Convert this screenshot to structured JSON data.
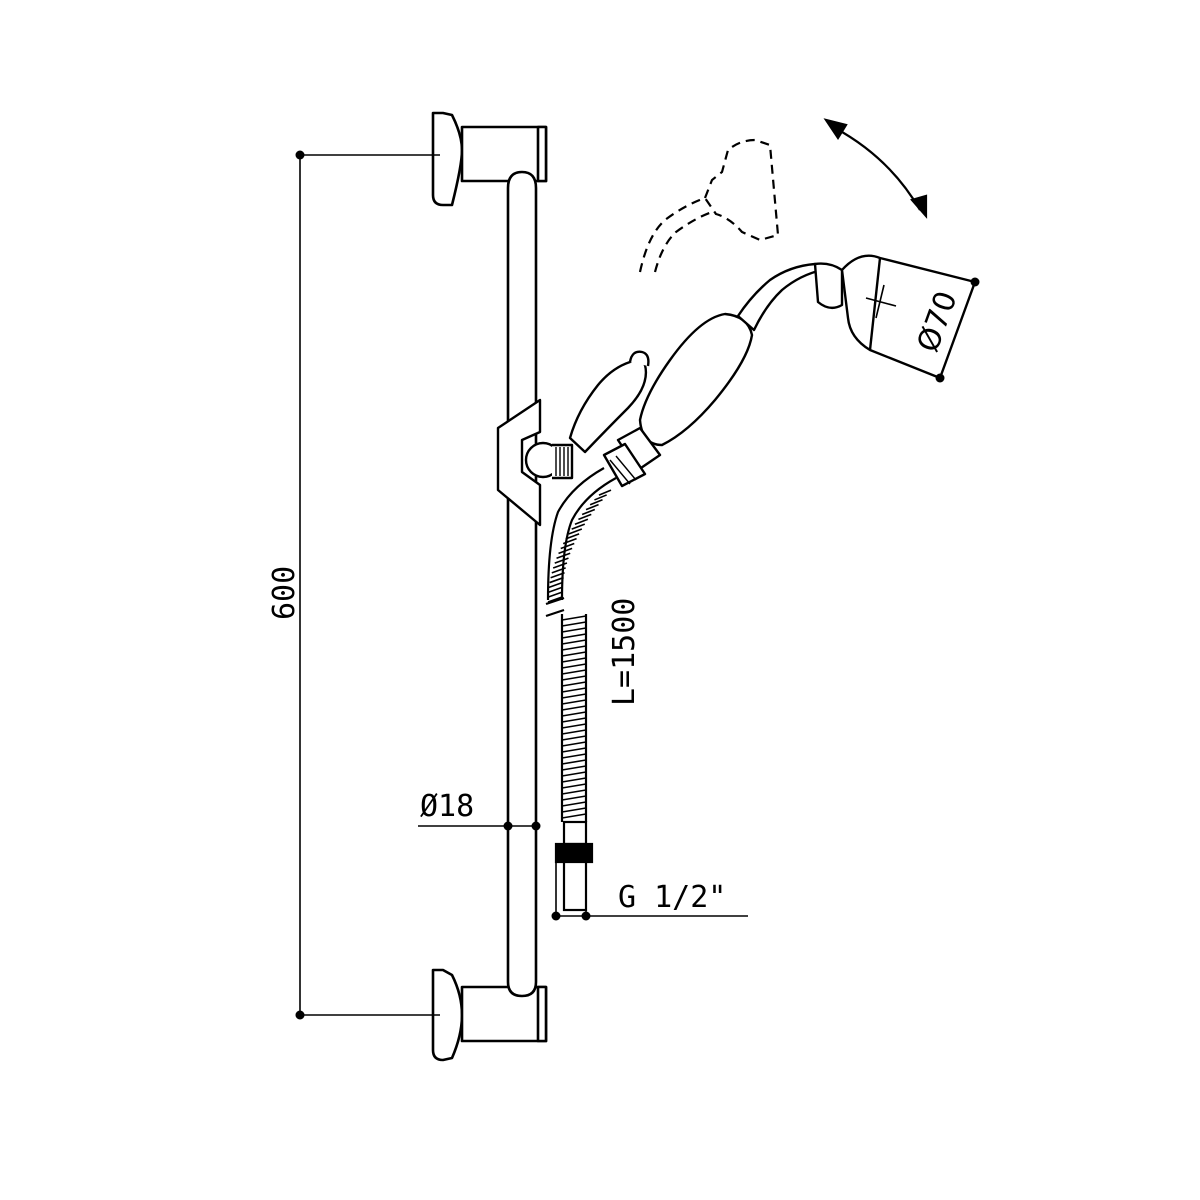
{
  "dimensions": {
    "rail_length": "600",
    "hose_length": "L=1500",
    "head_diameter": "Ø70",
    "rail_diameter": "Ø18",
    "thread": "G 1/2\""
  }
}
